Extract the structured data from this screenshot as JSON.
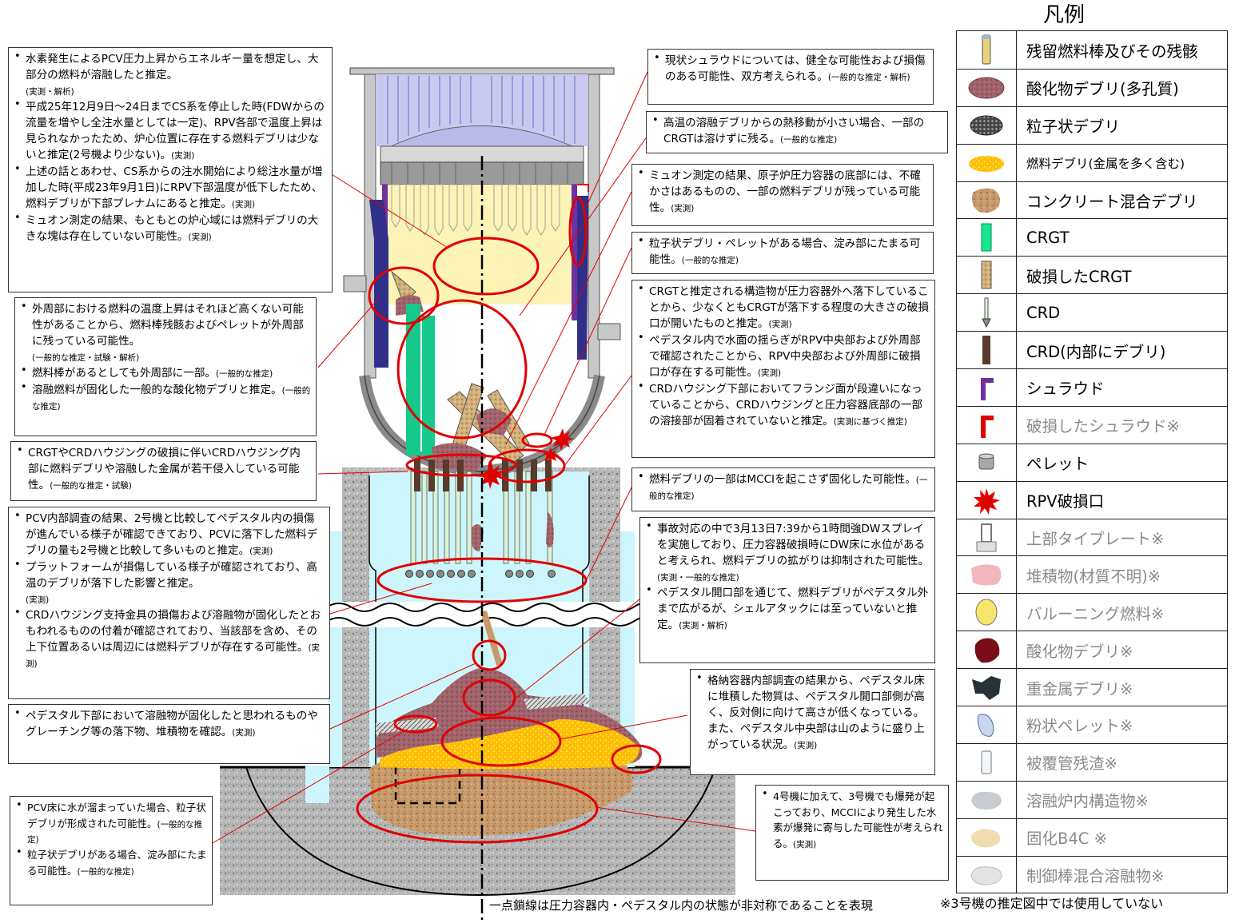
{
  "legend": {
    "title": "凡例",
    "items": [
      {
        "label": "残留燃料棒及びその残骸",
        "icon": "residual-fuel-rod-icon"
      },
      {
        "label": "酸化物デブリ(多孔質)",
        "icon": "porous-oxide-debris-icon"
      },
      {
        "label": "粒子状デブリ",
        "icon": "particulate-debris-icon"
      },
      {
        "label": "燃料デブリ(金属を多く含む)",
        "icon": "metal-rich-debris-icon"
      },
      {
        "label": "コンクリート混合デブリ",
        "icon": "concrete-mixed-debris-icon"
      },
      {
        "label": "CRGT",
        "icon": "crgt-icon"
      },
      {
        "label": "破損したCRGT",
        "icon": "damaged-crgt-icon"
      },
      {
        "label": "CRD",
        "icon": "crd-icon"
      },
      {
        "label": "CRD(内部にデブリ)",
        "icon": "crd-with-debris-icon"
      },
      {
        "label": "シュラウド",
        "icon": "shroud-icon"
      },
      {
        "label": "破損したシュラウド※",
        "icon": "damaged-shroud-icon"
      },
      {
        "label": "ペレット",
        "icon": "pellet-icon"
      },
      {
        "label": "RPV破損口",
        "icon": "rpv-breach-icon"
      },
      {
        "label": "上部タイプレート※",
        "icon": "upper-tie-plate-icon"
      },
      {
        "label": "堆積物(材質不明)※",
        "icon": "deposit-icon"
      },
      {
        "label": "バルーニング燃料※",
        "icon": "ballooning-fuel-icon"
      },
      {
        "label": "酸化物デブリ※",
        "icon": "oxide-debris-icon"
      },
      {
        "label": "重金属デブリ※",
        "icon": "heavy-metal-debris-icon"
      },
      {
        "label": "粉状ペレット※",
        "icon": "powder-pellet-icon"
      },
      {
        "label": "被覆管残渣※",
        "icon": "cladding-residue-icon"
      },
      {
        "label": "溶融炉内構造物※",
        "icon": "molten-internals-icon"
      },
      {
        "label": "固化B4C ※",
        "icon": "solidified-b4c-icon"
      },
      {
        "label": "制御棒混合溶融物※",
        "icon": "control-rod-melt-icon"
      }
    ]
  },
  "notes": {
    "n1": [
      {
        "t": "水素発生によるPCV圧力上昇からエネルギー量を想定し、大部分の燃料が溶融したと推定。",
        "s": "(実測・解析)"
      },
      {
        "t": "平成25年12月9日～24日までCS系を停止した時(FDWからの流量を増やし全注水量としては一定)、RPV各部で温度上昇は見られなかったため、炉心位置に存在する燃料デブリは少ないと推定(2号機より少ない)。",
        "s": "(実測)"
      },
      {
        "t": "上述の話とあわせ、CS系からの注水開始により総注水量が増加した時(平成23年9月1日)にRPV下部温度が低下したため、燃料デブリが下部プレナムにあると推定。",
        "s": "(実測)"
      },
      {
        "t": "ミュオン測定の結果、もともとの炉心域には燃料デブリの大きな塊は存在していない可能性。",
        "s": "(実測)"
      }
    ],
    "n2": [
      {
        "t": "外周部における燃料の温度上昇はそれほど高くない可能性があることから、燃料棒残骸およびペレットが外周部に残っている可能性。",
        "s": "(一般的な推定・試験・解析)"
      },
      {
        "t": "燃料棒があるとしても外周部に一部。",
        "s": "(一般的な推定)"
      },
      {
        "t": "溶融燃料が固化した一般的な酸化物デブリと推定。",
        "s": "(一般的な推定)"
      }
    ],
    "n3": [
      {
        "t": "CRGTやCRDハウジングの破損に伴いCRDハウジング内部に燃料デブリや溶融した金属が若干侵入している可能性。",
        "s": "(一般的な推定・試験)"
      }
    ],
    "n4": [
      {
        "t": "PCV内部調査の結果、2号機と比較してペデスタル内の損傷が進んでいる様子が確認できており、PCVに落下した燃料デブリの量も2号機と比較して多いものと推定。",
        "s": "(実測)"
      },
      {
        "t": "プラットフォームが損傷している様子が確認されており、高温のデブリが落下した影響と推定。",
        "s": "(実測)"
      },
      {
        "t": "CRDハウジング支持金具の損傷および溶融物が固化したとおもわれるものの付着が確認されており、当該部を含め、その上下位置あるいは周辺には燃料デブリが存在する可能性。",
        "s": "(実測)"
      }
    ],
    "n5": [
      {
        "t": "ペデスタル下部において溶融物が固化したと思われるものやグレーチング等の落下物、堆積物を確認。",
        "s": "(実測)"
      }
    ],
    "n6": [
      {
        "t": "PCV床に水が溜まっていた場合、粒子状デブリが形成された可能性。",
        "s": "(一般的な推定)"
      },
      {
        "t": "粒子状デブリがある場合、淀み部にたまる可能性。",
        "s": "(一般的な推定)"
      }
    ],
    "n7": [
      {
        "t": "現状シュラウドについては、健全な可能性および損傷のある可能性、双方考えられる。",
        "s": "(一般的な推定・解析)"
      }
    ],
    "n8": [
      {
        "t": "高温の溶融デブリからの熱移動が小さい場合、一部のCRGTは溶けずに残る。",
        "s": "(一般的な推定)"
      }
    ],
    "n9": [
      {
        "t": "ミュオン測定の結果、原子炉圧力容器の底部には、不確かさはあるものの、一部の燃料デブリが残っている可能性。",
        "s": "(実測)"
      }
    ],
    "n10": [
      {
        "t": "粒子状デブリ・ペレットがある場合、淀み部にたまる可能性。",
        "s": "(一般的な推定)"
      }
    ],
    "n11": [
      {
        "t": "CRGTと推定される構造物が圧力容器外へ落下していることから、少なくともCRGTが落下する程度の大きさの破損口が開いたものと推定。",
        "s": "(実測)"
      },
      {
        "t": "ペデスタル内で水面の揺らぎがRPV中央部および外周部で確認されたことから、RPV中央部および外周部に破損口が存在する可能性。",
        "s": "(実測)"
      },
      {
        "t": "CRDハウジング下部においてフランジ面が段違いになっていることから、CRDハウジングと圧力容器底部の一部の溶接部が固着されていないと推定。",
        "s": "(実測に基づく推定)"
      }
    ],
    "n12": [
      {
        "t": "燃料デブリの一部はMCCIを起こさず固化した可能性。",
        "s": "(一般的な推定)"
      }
    ],
    "n13": [
      {
        "t": "事故対応の中で3月13日7:39から1時間強DWスプレイを実施しており、圧力容器破損時にDW床に水位があると考えられ、燃料デブリの拡がりは抑制された可能性。",
        "s": "(実測・一般的な推定)"
      },
      {
        "t": "ペデスタル開口部を通じて、燃料デブリがペデスタル外まで広がるが、シェルアタックには至っていないと推定。",
        "s": "(実測・解析)"
      }
    ],
    "n14": [
      {
        "t": "格納容器内部調査の結果から、ペデスタル床に堆積した物質は、ペデスタル開口部側が高く、反対側に向けて高さが低くなっている。また、ペデスタル中央部は山のように盛り上がっている状況。",
        "s": "(実測)"
      }
    ],
    "n15": [
      {
        "t": "4号機に加えて、3号機でも爆発が起こっており、MCCIにより発生した水素が爆発に寄与した可能性が考えられる。",
        "s": "(実測)"
      }
    ]
  },
  "footer": {
    "dashline_note": "一点鎖線は圧力容器内・ペデスタル内の状態が非対称であることを表現",
    "legend_note": "※3号機の推定図中では使用していない"
  },
  "colors": {
    "annotation_red": "#e00000",
    "concrete_grey": "#b4b4b4",
    "water_cyan": "#ccf6fb",
    "core_yellow": "#fbf4b6",
    "top_lavender": "#c9c9f0",
    "metal_debris_yellow": "#ffc000",
    "oxide_debris": "#9a5f69",
    "concrete_debris": "#c39a6b",
    "crgt_green": "#16c98a",
    "shroud_purple": "#7030a0",
    "vessel_grey": "#c8c8c8"
  }
}
